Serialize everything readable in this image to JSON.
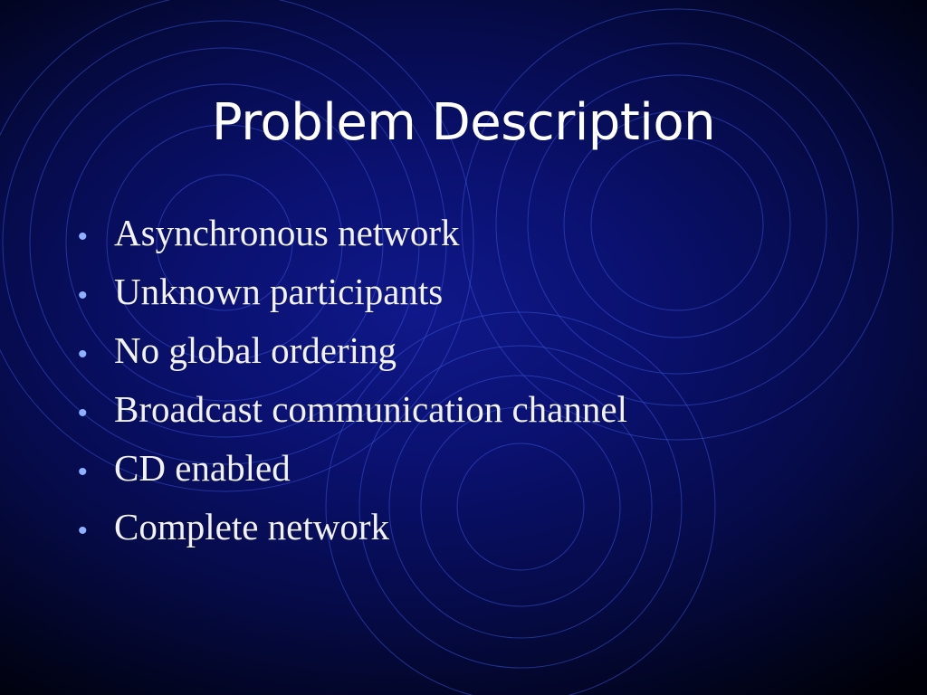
{
  "slide": {
    "title": "Problem Description",
    "bullet_glyph": "•",
    "bullets": [
      "Asynchronous network",
      "Unknown participants",
      "No global ordering",
      "Broadcast communication channel",
      "CD enabled",
      "Complete network"
    ],
    "colors": {
      "background": "#0a1170",
      "title": "#ffffff",
      "text": "#f2f2f2",
      "bullet": "#8fb0ff",
      "rings": "#3a55d8"
    }
  }
}
